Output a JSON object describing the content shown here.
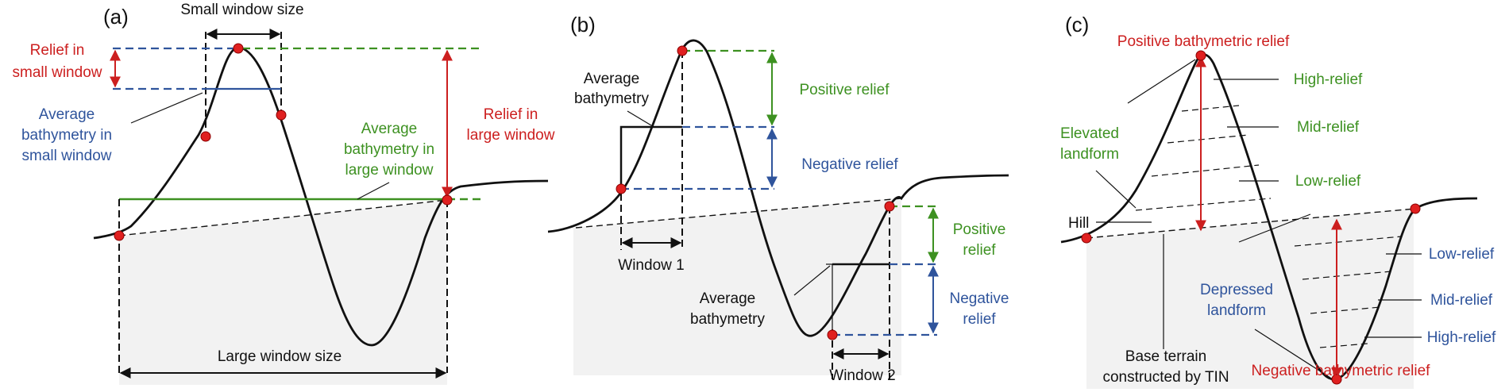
{
  "colors": {
    "red": "#cc1f1f",
    "blue": "#2f549c",
    "green": "#3d9121",
    "black": "#111111",
    "shade": "#f2f2f2"
  },
  "panel_a": {
    "tag": "(a)",
    "small_window_size": "Small window size",
    "relief_small_1": "Relief in",
    "relief_small_2": "small window",
    "avg_small_1": "Average",
    "avg_small_2": "bathymetry in",
    "avg_small_3": "small window",
    "avg_large_1": "Average",
    "avg_large_2": "bathymetry in",
    "avg_large_3": "large window",
    "relief_large_1": "Relief in",
    "relief_large_2": "large window",
    "large_window_size": "Large window size"
  },
  "panel_b": {
    "tag": "(b)",
    "avg_bathy_top_1": "Average",
    "avg_bathy_top_2": "bathymetry",
    "positive_relief_top": "Positive relief",
    "negative_relief_top": "Negative relief",
    "window1": "Window 1",
    "positive_relief_bottom_1": "Positive",
    "positive_relief_bottom_2": "relief",
    "avg_bathy_bottom_1": "Average",
    "avg_bathy_bottom_2": "bathymetry",
    "negative_relief_bottom_1": "Negative",
    "negative_relief_bottom_2": "relief",
    "window2": "Window 2"
  },
  "panel_c": {
    "tag": "(c)",
    "positive_relief": "Positive bathymetric relief",
    "high_relief_top": "High-relief",
    "mid_relief_top": "Mid-relief",
    "low_relief_top": "Low-relief",
    "elevated_1": "Elevated",
    "elevated_2": "landform",
    "hill": "Hill",
    "low_relief_bottom": "Low-relief",
    "depressed_1": "Depressed",
    "depressed_2": "landform",
    "mid_relief_bottom": "Mid-relief",
    "high_relief_bottom": "High-relief",
    "base_1": "Base terrain",
    "base_2": "constructed by TIN",
    "negative_relief": "Negative bathymetric relief"
  }
}
